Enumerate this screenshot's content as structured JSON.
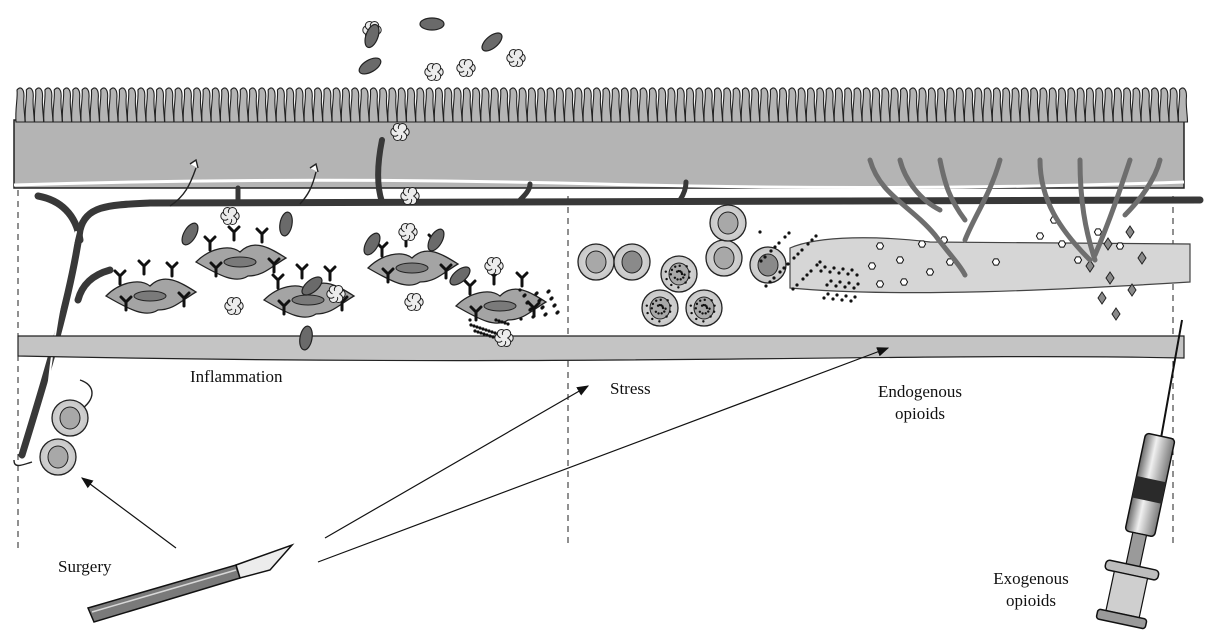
{
  "labels": {
    "inflammation": "Inflammation",
    "stress": "Stress",
    "endogenous_line1": "Endogenous",
    "endogenous_line2": "opioids",
    "exogenous_line1": "Exogenous",
    "exogenous_line2": "opioids",
    "surgery": "Surgery"
  },
  "colors": {
    "tissue": "#b4b4b4",
    "vessel": "#383838",
    "nerve": "#6e6e6e",
    "muscle": "#d2d2d2",
    "outline": "#111111"
  }
}
